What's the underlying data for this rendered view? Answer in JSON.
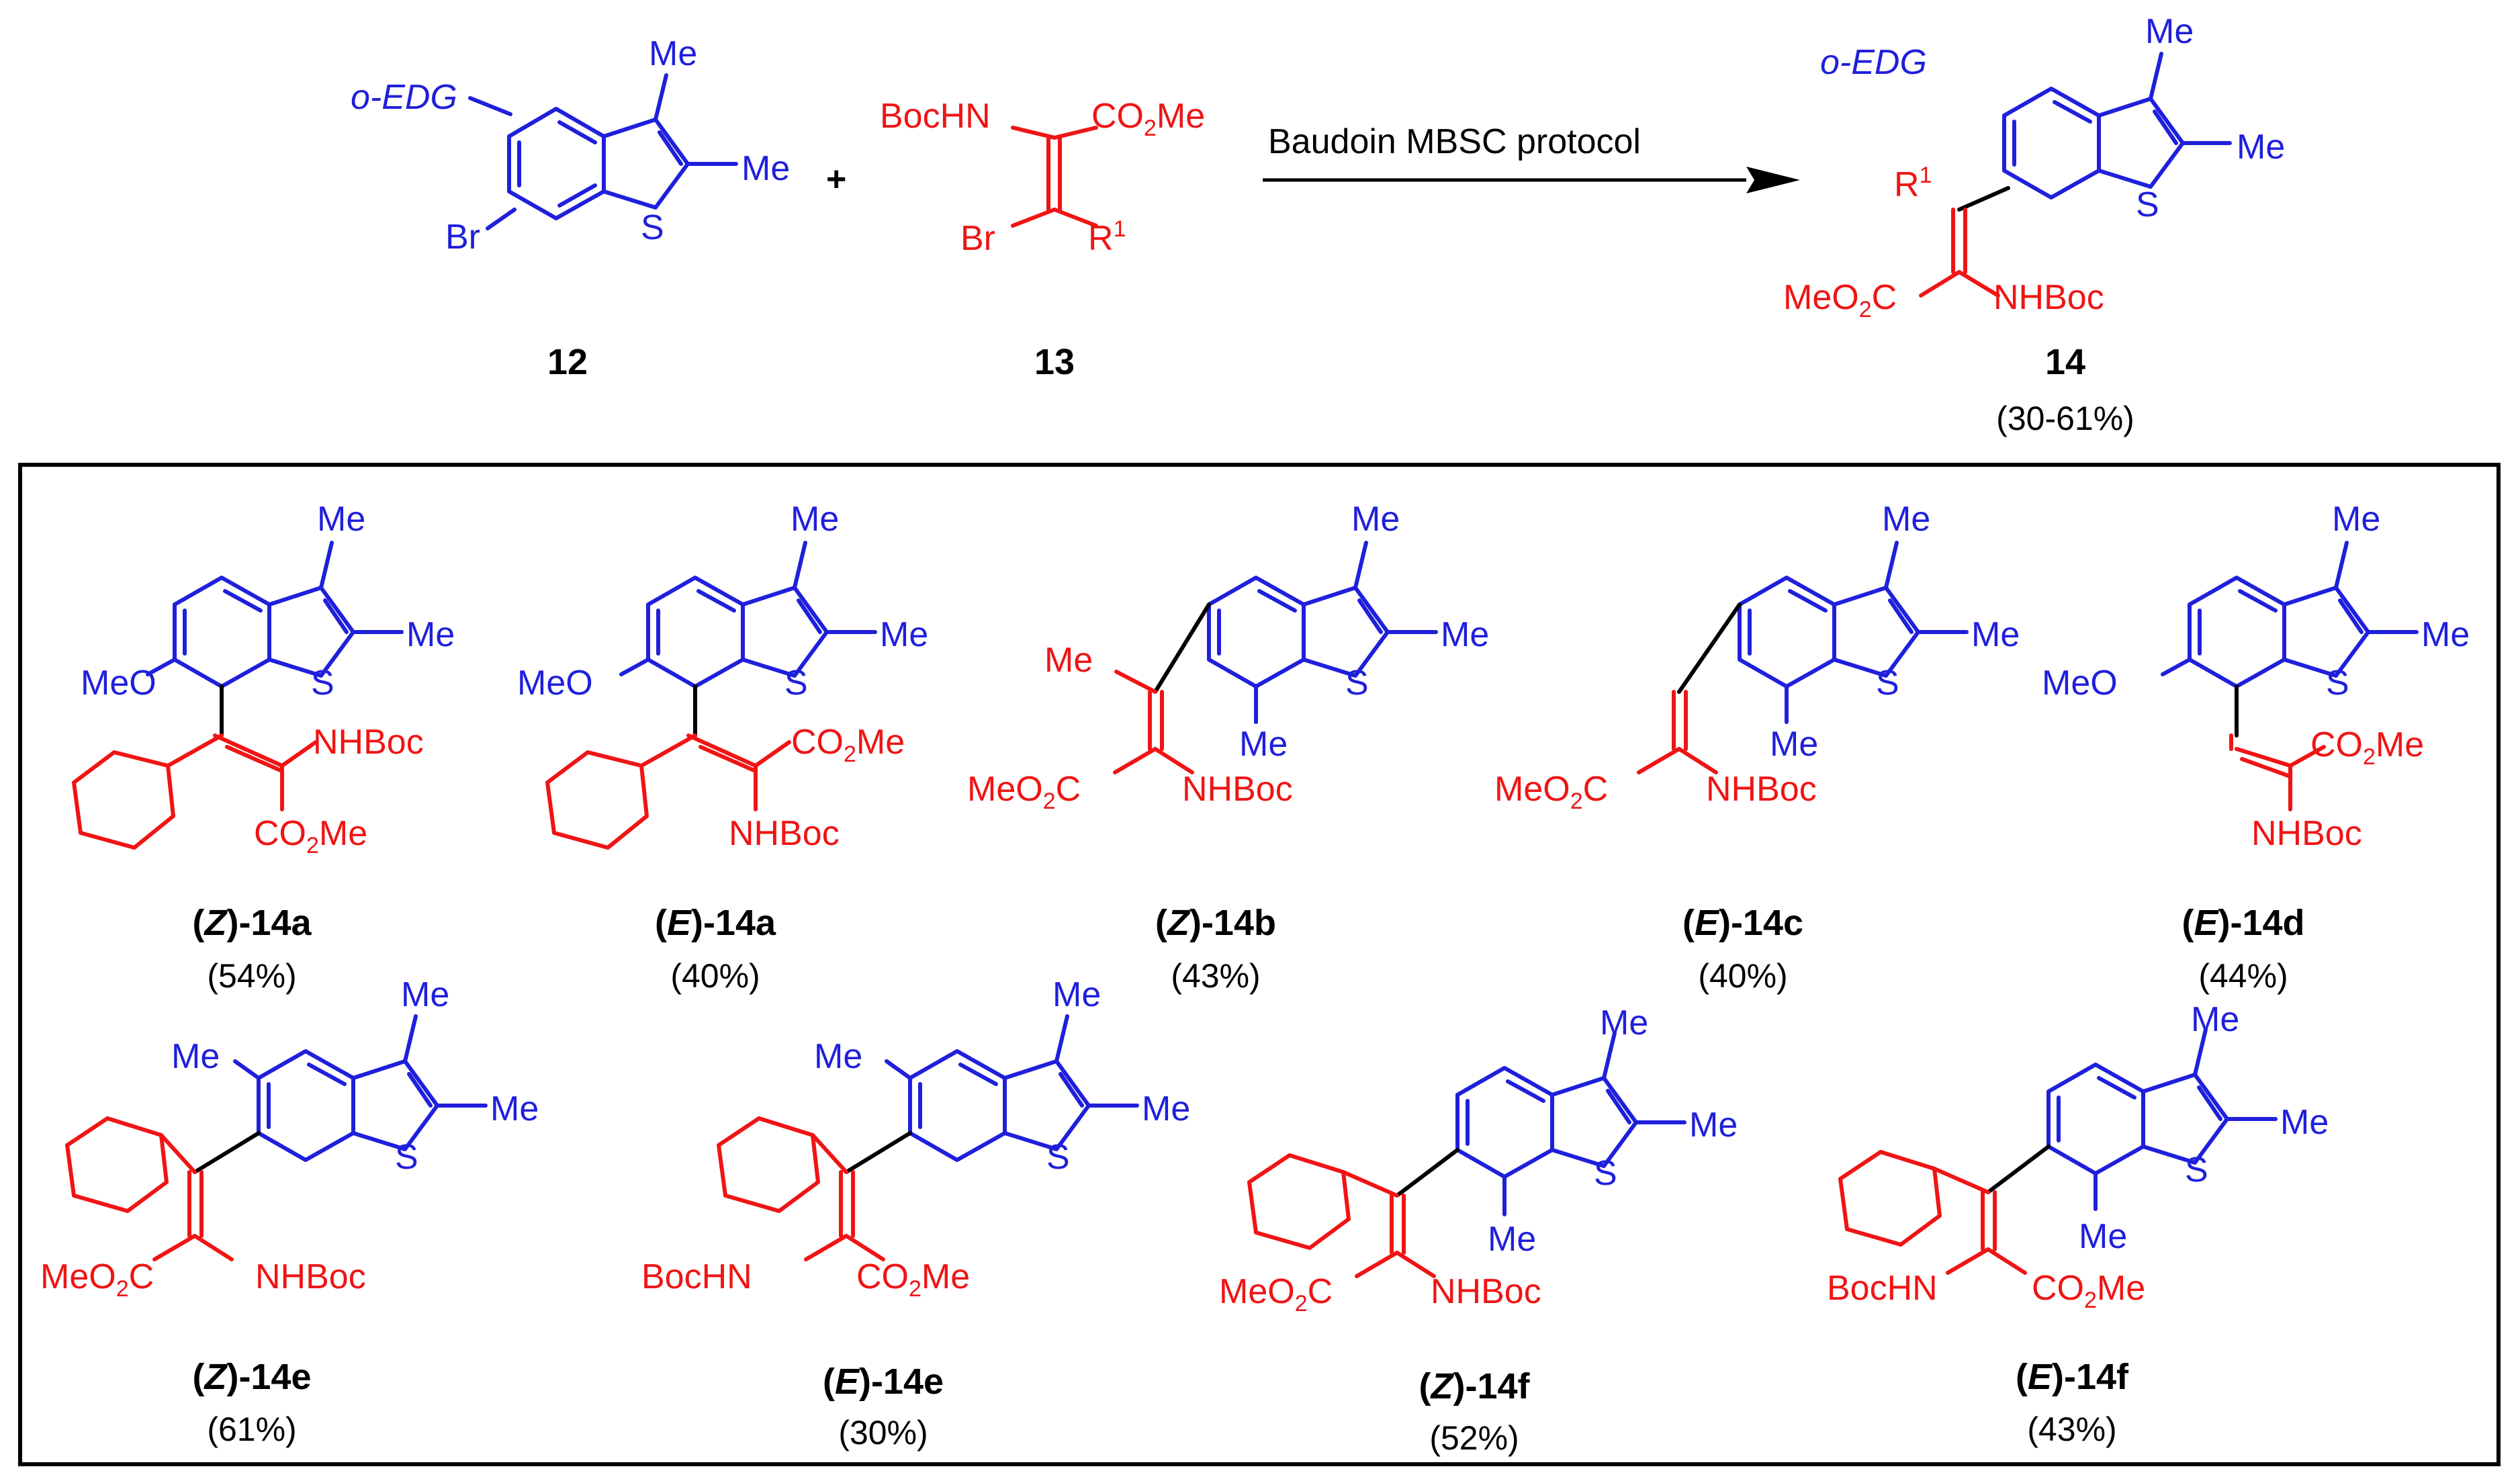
{
  "reaction": {
    "reactant1": {
      "id": "12",
      "substituent": "o-EDG",
      "halide": "Br",
      "methyl_3": "Me",
      "methyl_2": "Me",
      "heteroatom": "S"
    },
    "plus": "+",
    "reactant2": {
      "id": "13",
      "amine": "BocHN",
      "ester": "CO2Me",
      "halide": "Br",
      "r_group": "R1"
    },
    "arrow_label": "Baudoin MBSC protocol",
    "product": {
      "id": "14",
      "yield_range": "(30-61%)",
      "substituent": "o-EDG",
      "r_group": "R1",
      "ester": "MeO2C",
      "amine": "NHBoc",
      "methyl_3": "Me",
      "methyl_2": "Me",
      "heteroatom": "S"
    }
  },
  "products": [
    {
      "config": "Z",
      "id": "-14a",
      "yield": "(54%)"
    },
    {
      "config": "E",
      "id": "-14a",
      "yield": "(40%)"
    },
    {
      "config": "Z",
      "id": "-14b",
      "yield": "(43%)"
    },
    {
      "config": "E",
      "id": "-14c",
      "yield": "(40%)"
    },
    {
      "config": "E",
      "id": "-14d",
      "yield": "(44%)"
    },
    {
      "config": "Z",
      "id": "-14e",
      "yield": "(61%)"
    },
    {
      "config": "E",
      "id": "-14e",
      "yield": "(30%)"
    },
    {
      "config": "Z",
      "id": "-14f",
      "yield": "(52%)"
    },
    {
      "config": "E",
      "id": "-14f",
      "yield": "(43%)"
    }
  ],
  "groups": {
    "me": "Me",
    "s": "S",
    "ome": "MeO",
    "nhboc": "NHBoc",
    "bochn": "BocHN",
    "co2me": "CO2Me",
    "meo2c": "MeO2C"
  },
  "colors": {
    "benzothiophene": "#1f1fdc",
    "dehydroamino_ester": "#f01414",
    "linking_bond": "#000000",
    "frame": "#000000"
  }
}
